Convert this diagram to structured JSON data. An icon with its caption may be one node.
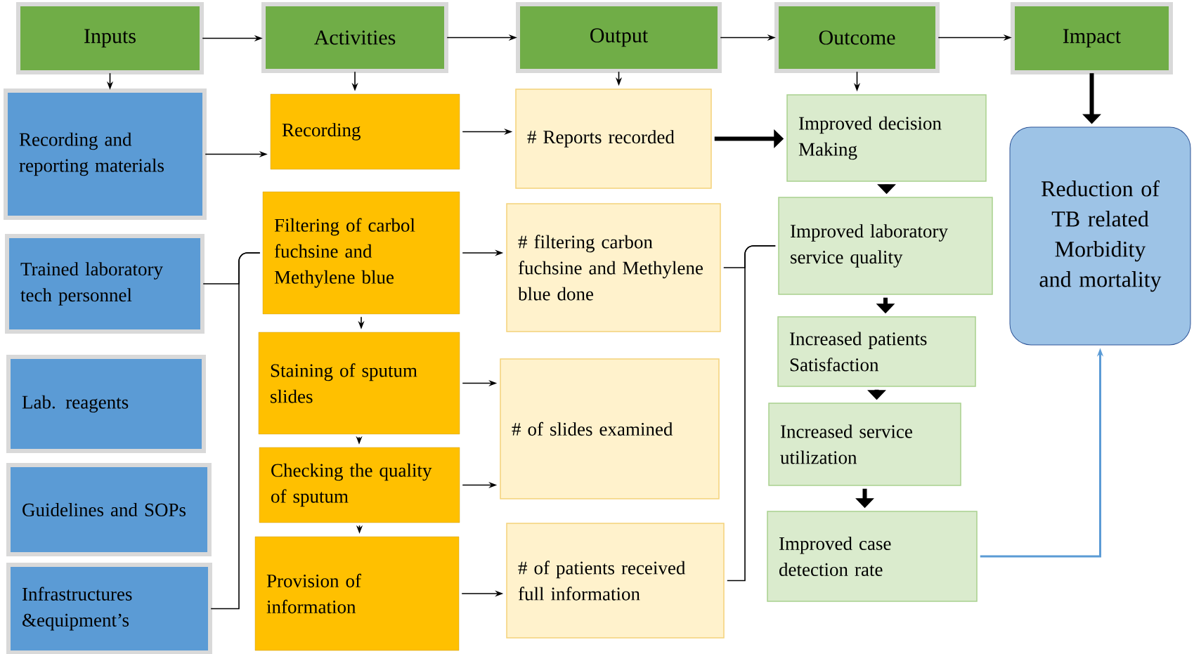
{
  "diagram": {
    "nodes": [
      {
        "text": [
          "Inputs"
        ]
      },
      {
        "text": [
          "Activities"
        ]
      },
      {
        "text": [
          "Output"
        ]
      },
      {
        "text": [
          "Outcome"
        ]
      },
      {
        "text": [
          "Impact"
        ]
      },
      {
        "text": [
          "Recording and reporting materials"
        ]
      },
      {
        "text": [
          "Trained laboratory tech personnel"
        ]
      },
      {
        "text": [
          "Lab. reagents"
        ]
      },
      {
        "text": [
          "Guidelines and SOPs"
        ]
      },
      {
        "text": [
          "Infrastructures &equipment’s"
        ]
      },
      {
        "text": [
          "Recording"
        ]
      },
      {
        "text": [
          "Filtering of carbol fuchsine and Methylene blue"
        ]
      },
      {
        "text": [
          "Staining of sputum slides"
        ]
      },
      {
        "text": [
          "Checking the quality of sputum"
        ]
      },
      {
        "text": [
          "Provision of information"
        ]
      },
      {
        "text": [
          "# Reports recorded"
        ]
      },
      {
        "text": [
          "# filtering carbon fuchsine and Methylene blue done"
        ]
      },
      {
        "text": [
          "# of slides examined"
        ]
      },
      {
        "text": [
          "# of patients received full information"
        ]
      },
      {
        "text": [
          "Improved decision Making"
        ]
      },
      {
        "text": [
          "Improved laboratory service quality"
        ]
      },
      {
        "text": [
          "Increased patients Satisfaction"
        ]
      },
      {
        "text": [
          "Increased service utilization"
        ]
      },
      {
        "text": [
          "Improved case detection rate"
        ]
      },
      {
        "text": [
          "Reduction of TB related Morbidity and mortality"
        ]
      }
    ],
    "edges": [
      {
        "from": 0,
        "to": 1,
        "arrow": "to"
      },
      {
        "from": 1,
        "to": 2,
        "arrow": "to"
      },
      {
        "from": 2,
        "to": 3,
        "arrow": "to"
      },
      {
        "from": 3,
        "to": 4,
        "arrow": "to"
      },
      {
        "from": 0,
        "to": 5,
        "arrow": "to"
      },
      {
        "from": 1,
        "to": 10,
        "arrow": "to"
      },
      {
        "from": 2,
        "to": 15,
        "arrow": "to"
      },
      {
        "from": 3,
        "to": 19,
        "arrow": "to"
      },
      {
        "from": 4,
        "to": 24,
        "arrow": "to",
        "style": "thick"
      },
      {
        "from": 5,
        "to": 10,
        "arrow": "to"
      },
      {
        "from": 10,
        "to": 15,
        "arrow": "to"
      },
      {
        "from": 15,
        "to": 19,
        "arrow": "to",
        "style": "thick"
      },
      {
        "from": 6,
        "to": 11,
        "arrow": "none"
      },
      {
        "from": 9,
        "to": 11,
        "arrow": "none"
      },
      {
        "from": 11,
        "to": 16,
        "arrow": "to"
      },
      {
        "from": 11,
        "to": 12,
        "arrow": "to"
      },
      {
        "from": 12,
        "to": 13,
        "arrow": "to"
      },
      {
        "from": 13,
        "to": 14,
        "arrow": "to"
      },
      {
        "from": 12,
        "to": 17,
        "arrow": "to"
      },
      {
        "from": 13,
        "to": 17,
        "arrow": "to"
      },
      {
        "from": 14,
        "to": 18,
        "arrow": "to"
      },
      {
        "from": 16,
        "to": 20,
        "arrow": "none"
      },
      {
        "from": 18,
        "to": 20,
        "arrow": "none"
      },
      {
        "from": 19,
        "to": 20,
        "arrow": "to",
        "style": "thick"
      },
      {
        "from": 20,
        "to": 21,
        "arrow": "to",
        "style": "thick"
      },
      {
        "from": 21,
        "to": 22,
        "arrow": "to",
        "style": "thick"
      },
      {
        "from": 22,
        "to": 23,
        "arrow": "to",
        "style": "thick"
      },
      {
        "from": 23,
        "to": 24,
        "arrow": "to",
        "color": "#5b9bd5"
      }
    ]
  }
}
